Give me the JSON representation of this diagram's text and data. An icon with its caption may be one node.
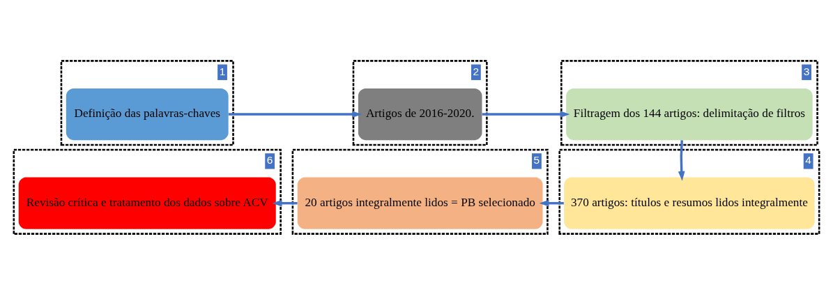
{
  "diagram": {
    "nodes": [
      {
        "text": [
          "1"
        ]
      },
      {
        "text": [
          "Definição das palavras-chaves"
        ],
        "in": 0
      },
      {
        "text": [
          "2"
        ]
      },
      {
        "text": [
          "Artigos de 2016-2020."
        ],
        "in": 2
      },
      {
        "text": [
          "3"
        ]
      },
      {
        "text": [
          "Filtragem dos 144 artigos: delimitação de filtros"
        ],
        "in": 4
      },
      {
        "text": [
          "4"
        ]
      },
      {
        "text": [
          "370 artigos: títulos e resumos lidos integralmente"
        ],
        "in": 6
      },
      {
        "text": [
          "5"
        ]
      },
      {
        "text": [
          "20 artigos integralmente lidos = PB selecionado"
        ],
        "in": 8
      },
      {
        "text": [
          "6"
        ]
      },
      {
        "text": [
          "Revisão crítica e tratamento dos dados sobre ACV"
        ],
        "in": 10
      }
    ],
    "edges": [
      {
        "from": 1,
        "to": 3,
        "arrow": "to"
      },
      {
        "from": 3,
        "to": 5,
        "arrow": "to"
      },
      {
        "from": 5,
        "to": 7,
        "arrow": "to"
      },
      {
        "from": 7,
        "to": 9,
        "arrow": "to"
      },
      {
        "from": 9,
        "to": 11,
        "arrow": "to"
      }
    ]
  }
}
